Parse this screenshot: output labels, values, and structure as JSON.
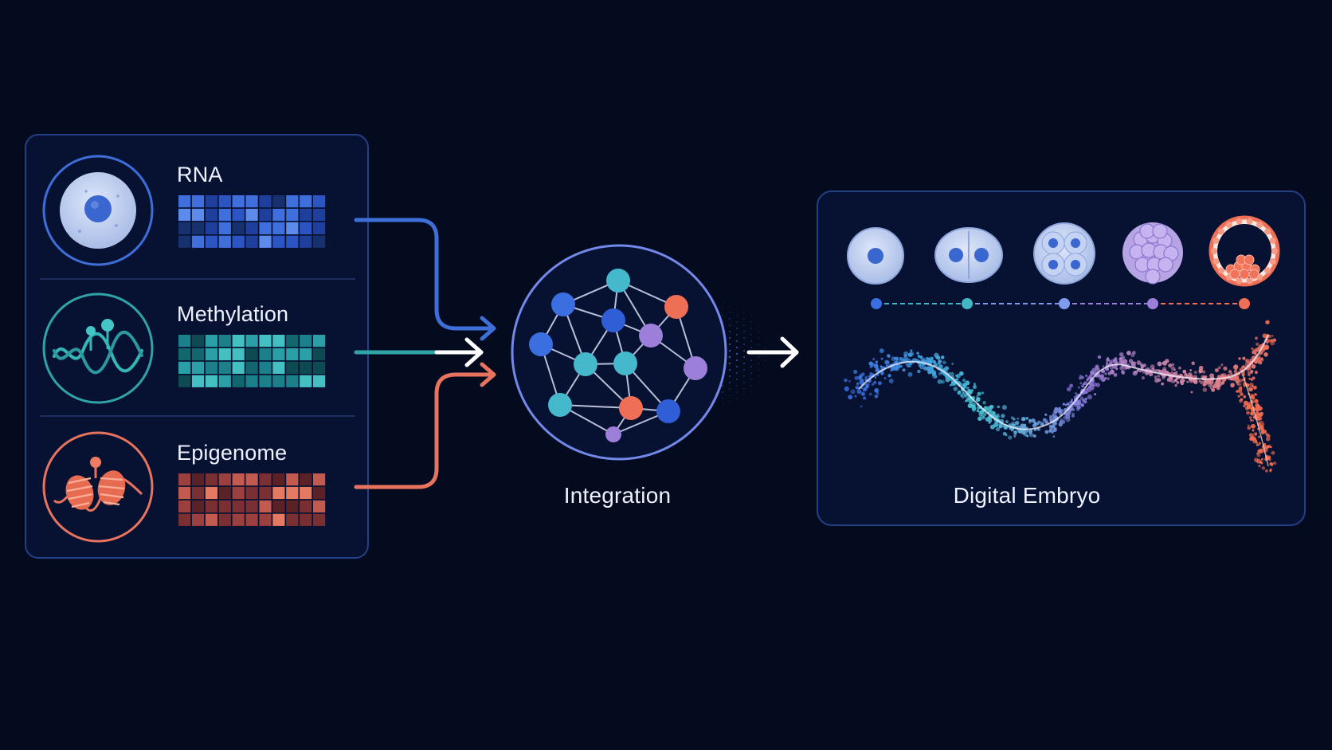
{
  "diagram": {
    "inputs": [
      {
        "id": "rna",
        "label": "RNA",
        "color": "#3e6fd8",
        "heatmap_colors": [
          "#1e3f9c",
          "#2b55c2",
          "#3f6fdc",
          "#5c8bec",
          "#17306e"
        ]
      },
      {
        "id": "methylation",
        "label": "Methylation",
        "color": "#2fa3a8",
        "heatmap_colors": [
          "#12676f",
          "#1b8089",
          "#2aa0a6",
          "#45c0c2",
          "#0d4a52"
        ]
      },
      {
        "id": "epigenome",
        "label": "Epigenome",
        "color": "#e8735e",
        "heatmap_colors": [
          "#7a2f33",
          "#9c3f3f",
          "#c25a4f",
          "#e57a62",
          "#5a2227"
        ]
      }
    ],
    "integration": {
      "label": "Integration"
    },
    "output": {
      "label": "Digital Embryo",
      "stages": [
        {
          "name": "zygote-icon",
          "color": "#3b6ee0"
        },
        {
          "name": "two-cell-icon",
          "color": "#3fb7c4"
        },
        {
          "name": "four-cell-icon",
          "color": "#7f9cec"
        },
        {
          "name": "morula-icon",
          "color": "#9b7fd8"
        },
        {
          "name": "blastocyst-icon",
          "color": "#ef6f56"
        }
      ]
    },
    "colors": {
      "background": "#050b1f",
      "panel_border": "#253f86",
      "text": "#eef2ff"
    }
  }
}
